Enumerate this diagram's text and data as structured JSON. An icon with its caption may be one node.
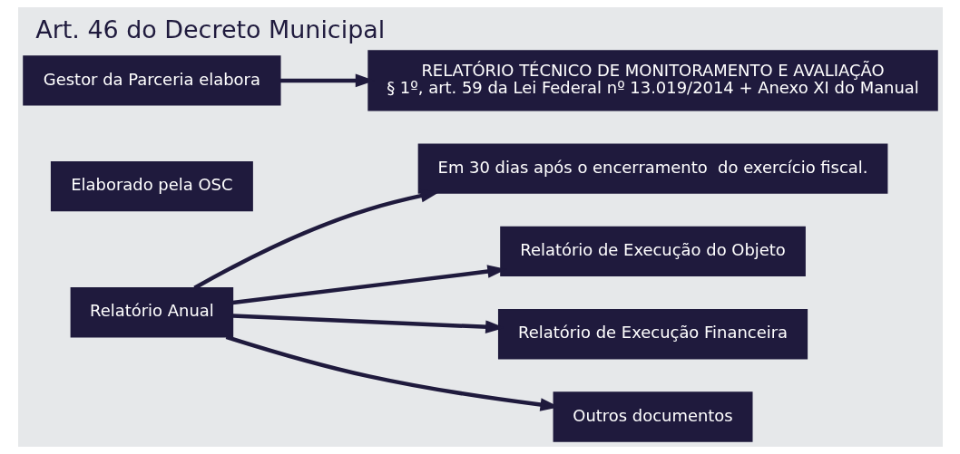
{
  "diagram": {
    "title": "Art. 46 do Decreto Municipal",
    "nodes": [
      {
        "text": [
          "Relatório Anual"
        ]
      },
      {
        "text": [
          "Em 30 dias após o encerramento  do exercício fiscal."
        ]
      },
      {
        "text": [
          "Relatório de Execução do Objeto"
        ]
      },
      {
        "text": [
          "Relatório de Execução Financeira"
        ]
      },
      {
        "text": [
          "Outros documentos"
        ]
      },
      {
        "text": [
          "Elaborado pela OSC"
        ]
      },
      {
        "text": [
          "Gestor da Parceria elabora"
        ]
      },
      {
        "text": [
          "RELATÓRIO TÉCNICO DE MONITORAMENTO E AVALIAÇÃO",
          "§ 1º, art. 59 da Lei Federal nº 13.019/2014 + Anexo XI do Manual"
        ]
      }
    ],
    "edges": [
      {
        "from": 0,
        "to": 1,
        "arrow": "to"
      },
      {
        "from": 0,
        "to": 2,
        "arrow": "to"
      },
      {
        "from": 0,
        "to": 3,
        "arrow": "to"
      },
      {
        "from": 0,
        "to": 4,
        "arrow": "to"
      },
      {
        "from": 6,
        "to": 7,
        "arrow": "to"
      }
    ]
  }
}
